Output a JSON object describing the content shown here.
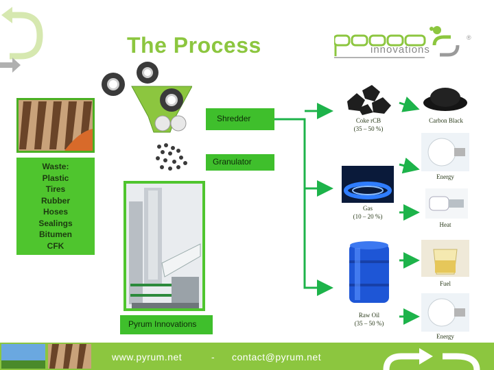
{
  "header": {
    "title": "The Process",
    "logo_text": "innovations",
    "logo_reg": "®"
  },
  "waste": {
    "lines": [
      "Waste:",
      "Plastic",
      "Tires",
      "Rubber",
      "Hoses",
      "Sealings",
      "Bitumen",
      "CFK"
    ]
  },
  "process": {
    "shredder": "Shredder",
    "granulator": "Granulator",
    "company": "Pyrum Innovations"
  },
  "products": {
    "coke": {
      "name": "Coke rCB",
      "share": "(35 – 50 %)"
    },
    "carbon_black": "Carbon Black",
    "energy_top": "Energy",
    "gas": {
      "name": "Gas",
      "share": "(10 – 20 %)"
    },
    "heat": "Heat",
    "fuel": "Fuel",
    "oil": {
      "name": "Raw Oil",
      "share": "(35 – 50 %)"
    },
    "energy_bottom": "Energy"
  },
  "footer": {
    "website": "www.pyrum.net",
    "separator": "-",
    "email": "contact@pyrum.net"
  },
  "colors": {
    "brand_green": "#8cc63f",
    "box_green": "#3fbf2c",
    "arrow_green": "#1db34a"
  }
}
